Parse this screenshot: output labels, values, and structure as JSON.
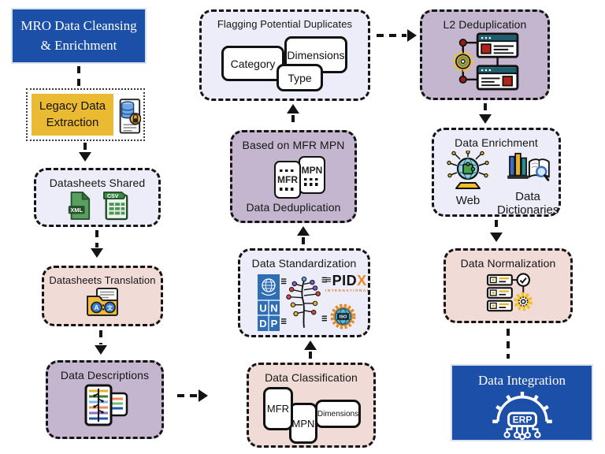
{
  "diagram": {
    "header": {
      "line1": "MRO Data Cleansing",
      "line2": "& Enrichment"
    },
    "legacy": {
      "title": "Legacy Data Extraction"
    },
    "shared": {
      "title": "Datasheets Shared",
      "xml_label": "XML",
      "csv_label": "CSV"
    },
    "translation": {
      "title": "Datasheets Translation",
      "lang_a": "A",
      "lang_b": "文"
    },
    "descriptions": {
      "title": "Data Descriptions"
    },
    "flagging": {
      "title": "Flagging Potential Duplicates",
      "cards": [
        "Category",
        "Dimensions",
        "Type"
      ]
    },
    "deduplication": {
      "subtitle": "Based on MFR MPN",
      "title": "Data Deduplication",
      "cards": [
        "MFR",
        "MPN"
      ]
    },
    "standardization": {
      "title": "Data Standardization",
      "undp_letters": [
        "U",
        "N",
        "D",
        "P"
      ],
      "pidx_eq": "≡",
      "pidx_main": "PID",
      "pidx_x": "X",
      "pidx_sub": "INTERNATIONAL",
      "iso_label": "ISO"
    },
    "classification": {
      "title": "Data Classification",
      "cards": [
        "MFR",
        "MPN",
        "Dimensions"
      ]
    },
    "l2": {
      "title": "L2 Deduplication"
    },
    "enrichment": {
      "title": "Data Enrichment",
      "web_label": "Web",
      "dict_label_1": "Data",
      "dict_label_2": "Dictionaries"
    },
    "normalization": {
      "title": "Data Normalization"
    },
    "integration": {
      "title": "Data Integration",
      "erp_label": "ERP"
    }
  },
  "colors": {
    "blue": "#1B4FA8",
    "lavender": "#ECEDF8",
    "purple": "#C3B6CE",
    "pink": "#F0DBD6",
    "yellow": "#EBBA33",
    "line": "#141414"
  },
  "icon_names": [
    "database-lock-document-icon",
    "xml-file-icon",
    "csv-file-icon",
    "translation-folder-icon",
    "annotated-document-icon",
    "mfr-card-icon",
    "mpn-card-icon",
    "undp-logo",
    "standards-tree-icon",
    "pidx-logo",
    "iso-globe-icon",
    "gear-windows-icon",
    "web-globe-icon",
    "data-dictionaries-icon",
    "server-check-gear-icon",
    "erp-gear-icon"
  ]
}
